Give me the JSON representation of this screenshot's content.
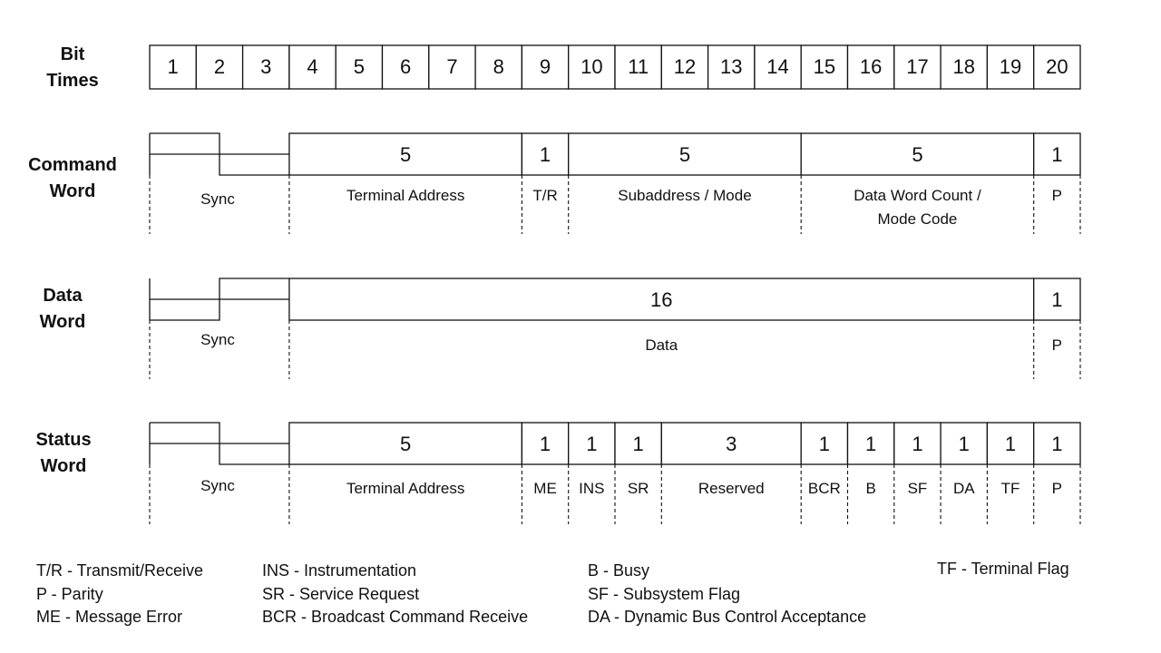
{
  "rows": {
    "bit_times": {
      "label_1": "Bit",
      "label_2": "Times"
    },
    "command_word": {
      "label_1": "Command",
      "label_2": "Word"
    },
    "data_word": {
      "label_1": "Data",
      "label_2": "Word"
    },
    "status_word": {
      "label_1": "Status",
      "label_2": "Word"
    }
  },
  "bit_numbers": [
    "1",
    "2",
    "3",
    "4",
    "5",
    "6",
    "7",
    "8",
    "9",
    "10",
    "11",
    "12",
    "13",
    "14",
    "15",
    "16",
    "17",
    "18",
    "19",
    "20"
  ],
  "sync_label": "Sync",
  "command_fields": [
    {
      "bits": "5",
      "label": "Terminal Address",
      "start": 4,
      "end": 8
    },
    {
      "bits": "1",
      "label": "T/R",
      "start": 9,
      "end": 9
    },
    {
      "bits": "5",
      "label": "Subaddress / Mode",
      "start": 10,
      "end": 14
    },
    {
      "bits": "5",
      "label": "Data Word Count /",
      "label2": "Mode Code",
      "start": 15,
      "end": 19
    },
    {
      "bits": "1",
      "label": "P",
      "start": 20,
      "end": 20
    }
  ],
  "data_fields": [
    {
      "bits": "16",
      "label": "Data",
      "start": 4,
      "end": 19
    },
    {
      "bits": "1",
      "label": "P",
      "start": 20,
      "end": 20
    }
  ],
  "status_fields": [
    {
      "bits": "5",
      "label": "Terminal Address",
      "start": 4,
      "end": 8
    },
    {
      "bits": "1",
      "label": "ME",
      "start": 9,
      "end": 9
    },
    {
      "bits": "1",
      "label": "INS",
      "start": 10,
      "end": 10
    },
    {
      "bits": "1",
      "label": "SR",
      "start": 11,
      "end": 11
    },
    {
      "bits": "3",
      "label": "Reserved",
      "start": 12,
      "end": 14
    },
    {
      "bits": "1",
      "label": "BCR",
      "start": 15,
      "end": 15
    },
    {
      "bits": "1",
      "label": "B",
      "start": 16,
      "end": 16
    },
    {
      "bits": "1",
      "label": "SF",
      "start": 17,
      "end": 17
    },
    {
      "bits": "1",
      "label": "DA",
      "start": 18,
      "end": 18
    },
    {
      "bits": "1",
      "label": "TF",
      "start": 19,
      "end": 19
    },
    {
      "bits": "1",
      "label": "P",
      "start": 20,
      "end": 20
    }
  ],
  "legend": {
    "col1": [
      "T/R - Transmit/Receive",
      "P - Parity",
      "ME - Message Error"
    ],
    "col2": [
      "INS - Instrumentation",
      "SR - Service Request",
      "BCR - Broadcast Command Receive"
    ],
    "col3": [
      "B - Busy",
      "SF - Subsystem Flag",
      "DA - Dynamic Bus Control Acceptance"
    ],
    "col4": [
      "TF - Terminal Flag"
    ]
  }
}
